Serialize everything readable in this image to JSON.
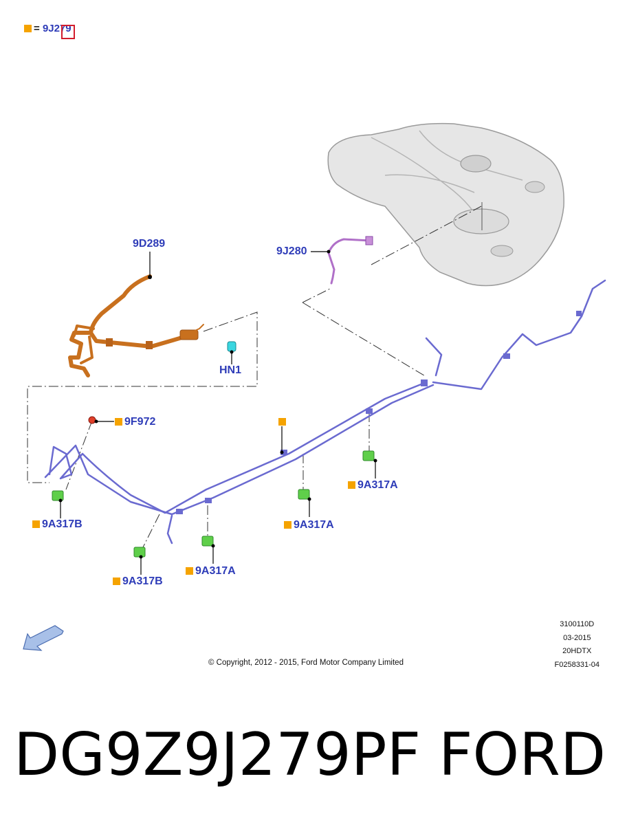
{
  "legend": {
    "equals": "=",
    "code": "9J279"
  },
  "callouts": {
    "c9D289": "9D289",
    "c9J280": "9J280",
    "cHN1": "HN1",
    "c9F972": "9F972",
    "c9A317B_left": "9A317B",
    "c9A317B_mid": "9A317B",
    "c9A317A_a": "9A317A",
    "c9A317A_b": "9A317A",
    "c9A317A_c": "9A317A"
  },
  "meta": {
    "line1": "3100110D",
    "line2": "03-2015",
    "line3": "20HDTX",
    "line4": "F0258331-04"
  },
  "copyright": "© Copyright, 2012 - 2015, Ford Motor Company Limited",
  "footer": {
    "part_number": "DG9Z9J279PF",
    "brand": "FORD"
  },
  "colors": {
    "callout_blue": "#2e3cb8",
    "marker_orange": "#f5a300",
    "fuel_line": "#6a6ad0",
    "filler_pipe": "#c8701e",
    "vent_tube": "#b070c8",
    "clip_green": "#5fcf4a",
    "clip_cyan": "#3ad6e0",
    "highlight_red": "#d21c2c"
  }
}
